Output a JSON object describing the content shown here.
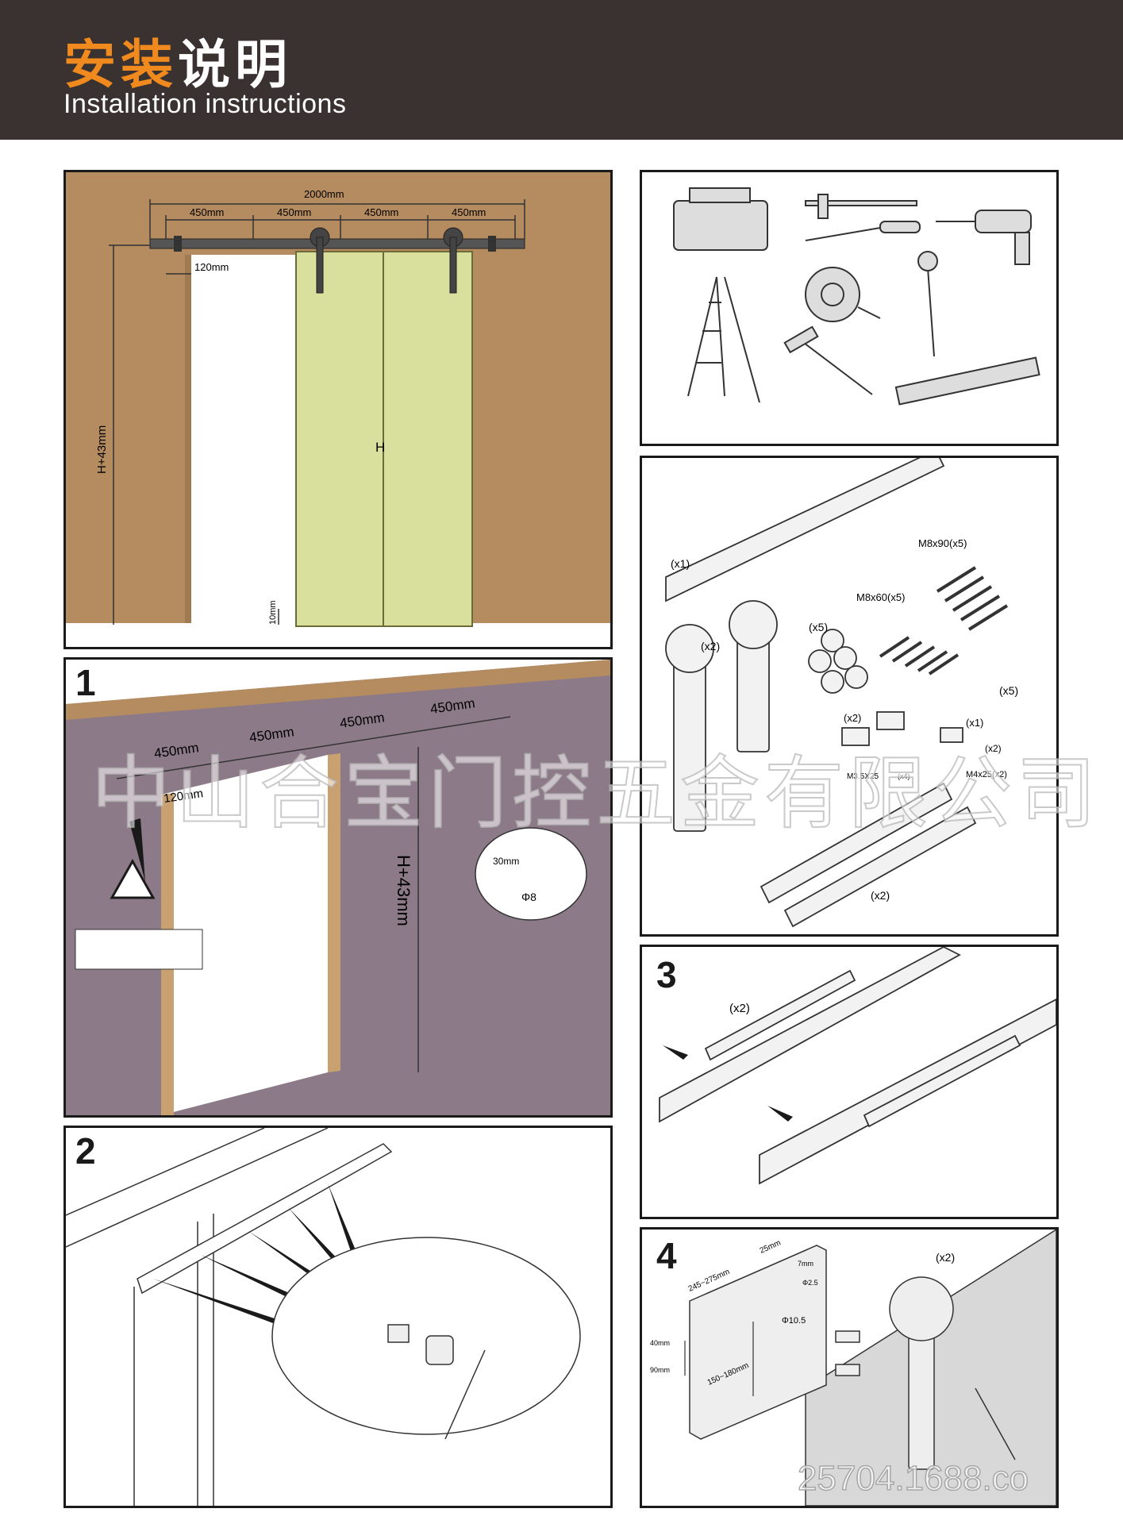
{
  "header": {
    "title_cn_a": "安装",
    "title_cn_b": "说明",
    "title_en": "Installation instructions"
  },
  "overview": {
    "total": "2000mm",
    "seg1": "450mm",
    "seg2": "450mm",
    "seg3": "450mm",
    "seg4": "450mm",
    "offset": "120mm",
    "height": "H+43mm",
    "door_h": "H",
    "gap": "10mm"
  },
  "step1": {
    "number": "1",
    "s1": "450mm",
    "s2": "450mm",
    "s3": "450mm",
    "s4": "450mm",
    "offset": "120mm",
    "height": "H+43mm",
    "depth": "30mm",
    "drill": "Φ8"
  },
  "step2": {
    "number": "2"
  },
  "parts": {
    "rail_qty": "(x1)",
    "hanger_qty": "(x2)",
    "bolt90": "M8x90(x5)",
    "bolt60": "M8x60(x5)",
    "spacer_qty": "(x5)",
    "anchor_qty": "(x5)",
    "stopper_qty": "(x2)",
    "guide_qty": "(x1)",
    "screw_small": "M3.5X25",
    "screw_small_qty": "(x4)",
    "screw_guide_qty": "(x2)",
    "screw_guide": "M4x25(x2)",
    "connector_qty": "(x2)"
  },
  "step3": {
    "number": "3",
    "qty": "(x2)"
  },
  "step4": {
    "number": "4",
    "qty": "(x2)",
    "width": "245~275mm",
    "thick": "25mm",
    "edge": "7mm",
    "small_hole": "Φ2.5",
    "big_hole": "Φ10.5",
    "top": "40mm",
    "mid": "90mm",
    "span": "150~180mm"
  },
  "watermark": {
    "company": "中山合宝门控五金有限公司",
    "site": "25704.1688.co"
  },
  "colors": {
    "header_bg": "#3a3230",
    "accent": "#f08a1e",
    "wall_tan": "#b58b60",
    "door_yellow": "#d9df9d",
    "wall_purple": "#8c7a88"
  }
}
